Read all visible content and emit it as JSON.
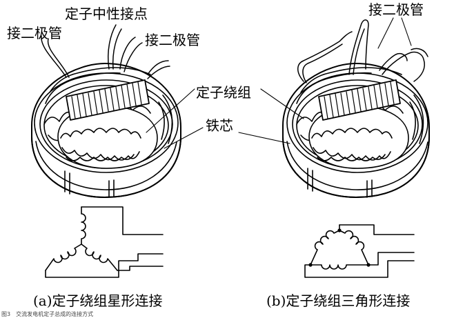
{
  "labels": {
    "neutral_point": "定子中性接点",
    "diode_left": "接二极管",
    "diode_mid": "接二极管",
    "diode_right": "接二极管",
    "stator_winding": "定子绕组",
    "iron_core": "铁芯"
  },
  "captions": {
    "a": "(a)定子绕组星形连接",
    "b": "(b)定子绕组三角形连接"
  },
  "figure_note": "图3　交流发电机定子总成的连接方式"
}
